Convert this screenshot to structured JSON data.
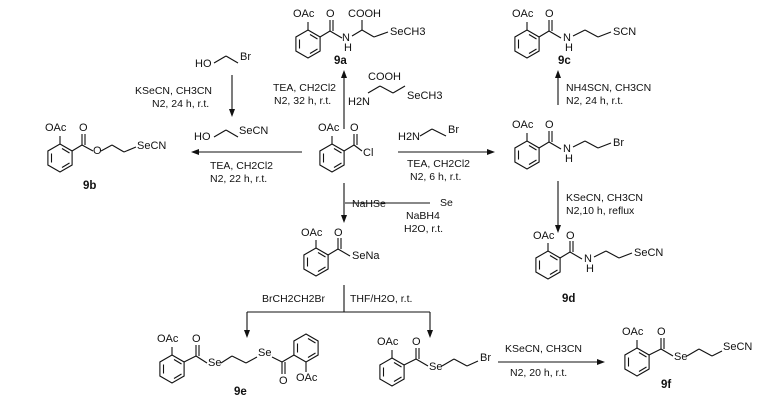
{
  "labels": {
    "oac": "OAc",
    "o": "O",
    "nh": "N",
    "h": "H",
    "cl": "Cl",
    "o_ester": "O",
    "cooh": "COOH",
    "sech3": "SeCH3",
    "h2n": "H2N",
    "scn": "SCN",
    "secn": "SeCN",
    "br": "Br",
    "ho": "HO",
    "sena": "SeNa",
    "se": "Se"
  },
  "compounds": {
    "c9a": "9a",
    "c9b": "9b",
    "c9c": "9c",
    "c9d": "9d",
    "c9e": "9e",
    "c9f": "9f"
  },
  "reagents": {
    "to9a_l1": "TEA, CH2Cl2",
    "to9a_l2": "N2, 32 h, r.t.",
    "to9b_top_l1": "KSeCN, CH3CN",
    "to9b_top_l2": "N2, 24 h, r.t.",
    "to9b_l1": "TEA, CH2Cl2",
    "to9b_l2": "N2, 22 h, r.t.",
    "toBr_l1": "TEA, CH2Cl2",
    "toBr_l2": "N2, 6 h, r.t.",
    "to9c_l1": "NH4SCN, CH3CN",
    "to9c_l2": "N2, 24 h, r.t.",
    "to9d_l1": "KSeCN, CH3CN",
    "to9d_l2": "N2,10 h, reflux",
    "nahse": "NaHSe",
    "se_reagent": "Se",
    "nabh4": "NaBH4",
    "h2o": "H2O, r.t.",
    "brch2ch2br": "BrCH2CH2Br",
    "thf": "THF/H2O, r.t.",
    "to9f_l1": "KSeCN, CH3CN",
    "to9f_l2": "N2, 20 h, r.t."
  }
}
